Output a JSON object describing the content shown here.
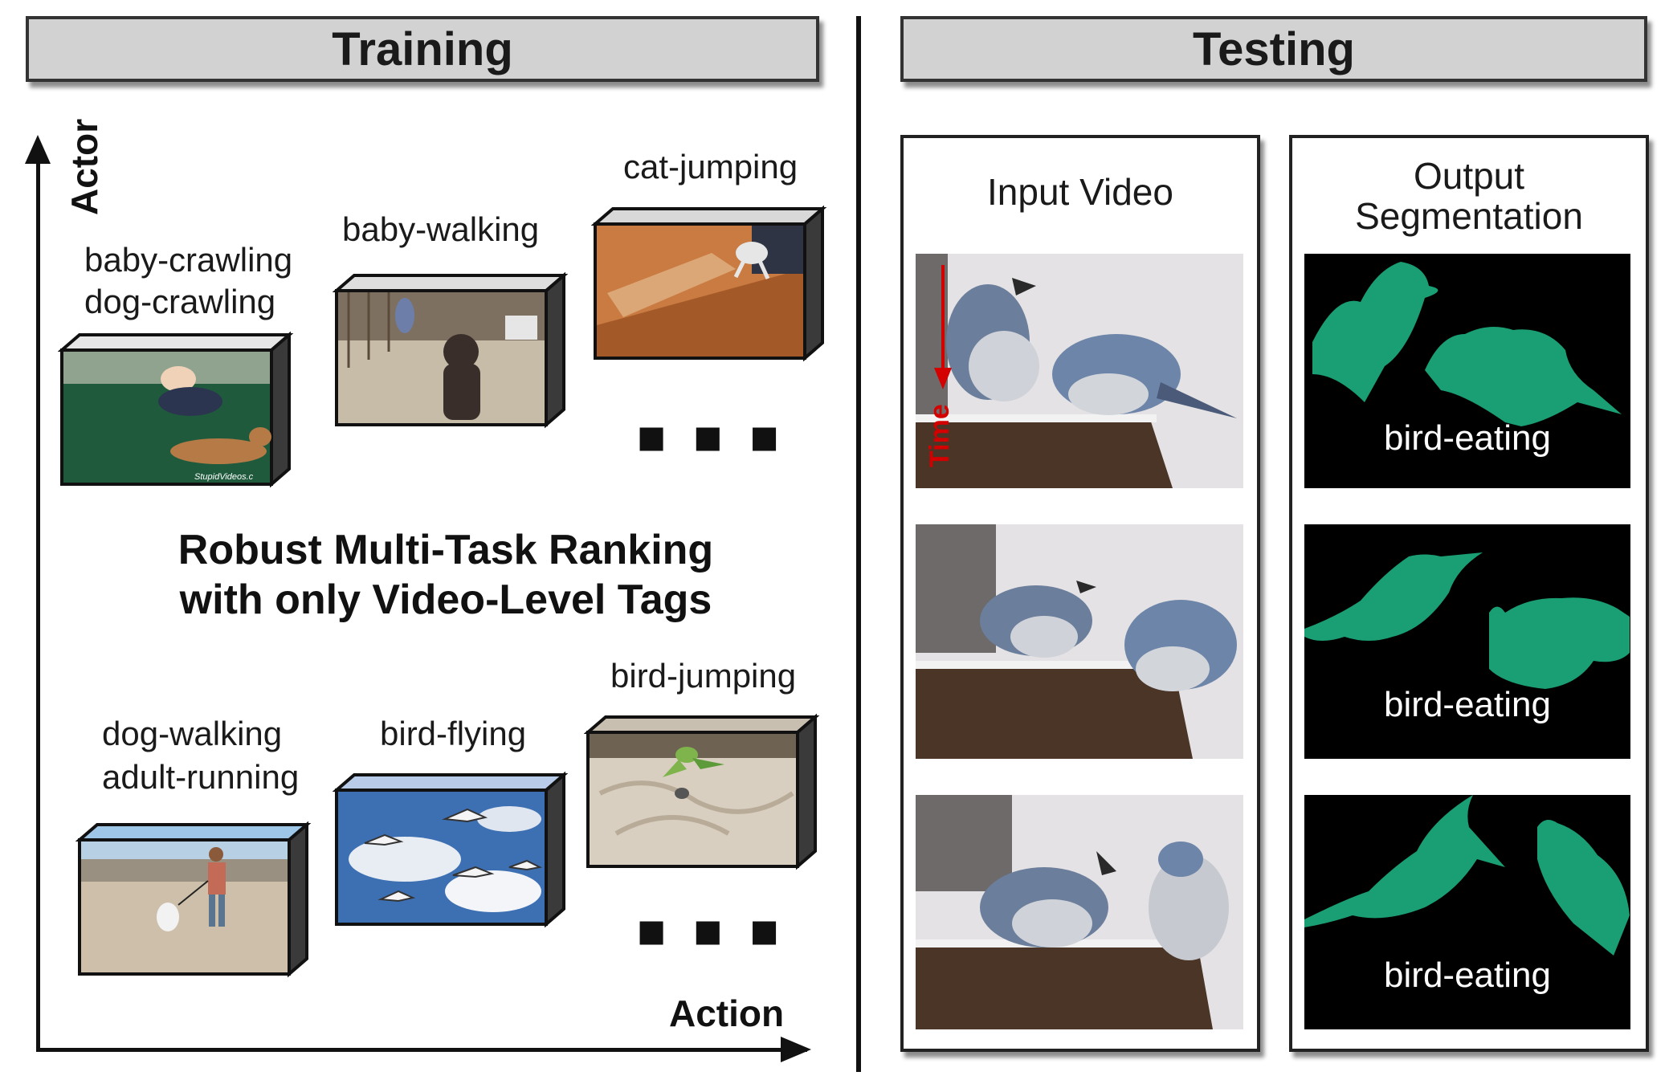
{
  "training": {
    "header": "Training",
    "axis_actor": "Actor",
    "axis_action": "Action",
    "title_line1": "Robust Multi-Task Ranking",
    "title_line2": "with only Video-Level Tags",
    "dots": "■■■",
    "tags": {
      "baby_crawling": "baby-crawling",
      "dog_crawling": "dog-crawling",
      "baby_walking": "baby-walking",
      "cat_jumping": "cat-jumping",
      "dog_walking": "dog-walking",
      "adult_running": "adult-running",
      "bird_flying": "bird-flying",
      "bird_jumping": "bird-jumping"
    },
    "watermark": "StupidVideos.c"
  },
  "testing": {
    "header": "Testing",
    "input_title": "Input Video",
    "output_title_line1": "Output",
    "output_title_line2": "Segmentation",
    "time_label": "Time",
    "seg_labels": [
      "bird-eating",
      "bird-eating",
      "bird-eating"
    ],
    "seg_color": "#1a9e74"
  }
}
